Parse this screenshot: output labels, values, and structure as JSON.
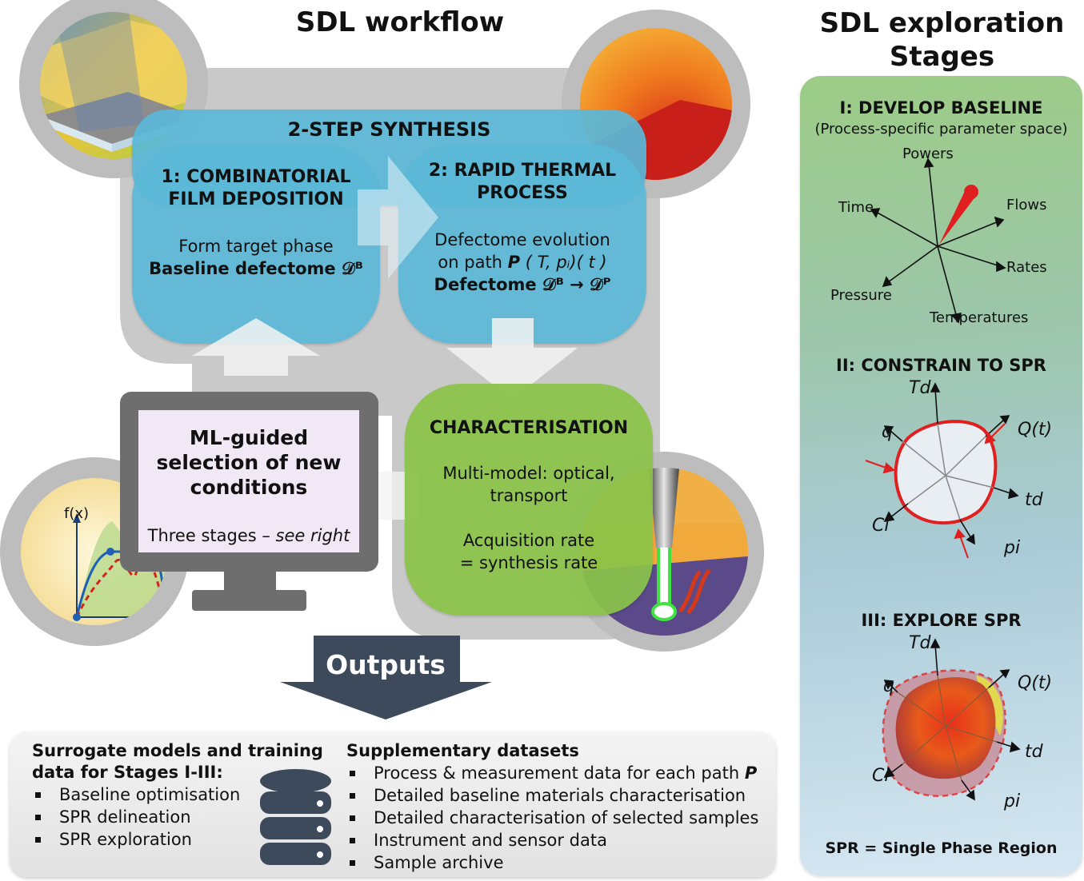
{
  "titles": {
    "workflow": "SDL workflow",
    "stages_line1": "SDL exploration",
    "stages_line2": "Stages"
  },
  "synthesis": {
    "header": "2-STEP SYNTHESIS",
    "step1_title_line1": "1: COMBINATORIAL",
    "step1_title_line2": "FILM DEPOSITION",
    "step1_body_line1": "Form target phase",
    "step1_body_line2": "Baseline defectome 𝒟ᴮ",
    "step2_title_line1": "2: RAPID THERMAL",
    "step2_title_line2": "PROCESS",
    "step2_body_line1": "Defectome evolution",
    "step2_body_line2_prefix": "on path",
    "step2_body_line2_symbol": "P",
    "step2_body_line2_suffix": "( T, pᵢ)( t )",
    "step2_body_line3": "Defectome 𝒟ᴮ → 𝒟ᴾ"
  },
  "characterisation": {
    "title": "CHARACTERISATION",
    "line1": "Multi-model: optical,",
    "line2": "transport",
    "line3": "Acquisition rate",
    "line4": "= synthesis rate"
  },
  "ml": {
    "line1": "ML-guided",
    "line2": "selection of new",
    "line3": "conditions",
    "subtitle_prefix": "Three stages –",
    "subtitle_italic": "see right",
    "plot_label": "f(x)"
  },
  "outputs": {
    "arrow_label": "Outputs",
    "left_title_line1": "Surrogate models and training",
    "left_title_line2": "data for Stages I-III:",
    "left_items": [
      "Baseline optimisation",
      "SPR delineation",
      "SPR exploration"
    ],
    "right_title": "Supplementary datasets",
    "right_items": [
      "Process & measurement data for each path",
      "Detailed baseline materials characterisation",
      "Detailed characterisation of selected samples",
      "Instrument and sensor data",
      "Sample archive"
    ],
    "right_item0_symbol": "P"
  },
  "stages": {
    "s1_title": "I: DEVELOP BASELINE",
    "s1_subtitle": "(Process-specific parameter space)",
    "s1_axes": {
      "powers": "Powers",
      "flows": "Flows",
      "rates": "Rates",
      "temperatures": "Temperatures",
      "pressure": "Pressure",
      "time": "Time"
    },
    "s2_title": "II: CONSTRAIN TO SPR",
    "s3_title": "III: EXPLORE SPR",
    "axes": {
      "td_top": "Td",
      "q_top": "Q(t)",
      "t_d": "td",
      "p_i": "pi",
      "c_i": "Ci",
      "q": "q"
    },
    "footer": "SPR = Single Phase Region"
  },
  "colors": {
    "synthesis_blue": "#5bb8d8",
    "characterisation_green": "#8bc34a",
    "loop_gray": "#c8c8c8",
    "outputs_arrow": "#3c4a5c",
    "spr_red": "#e02020"
  }
}
